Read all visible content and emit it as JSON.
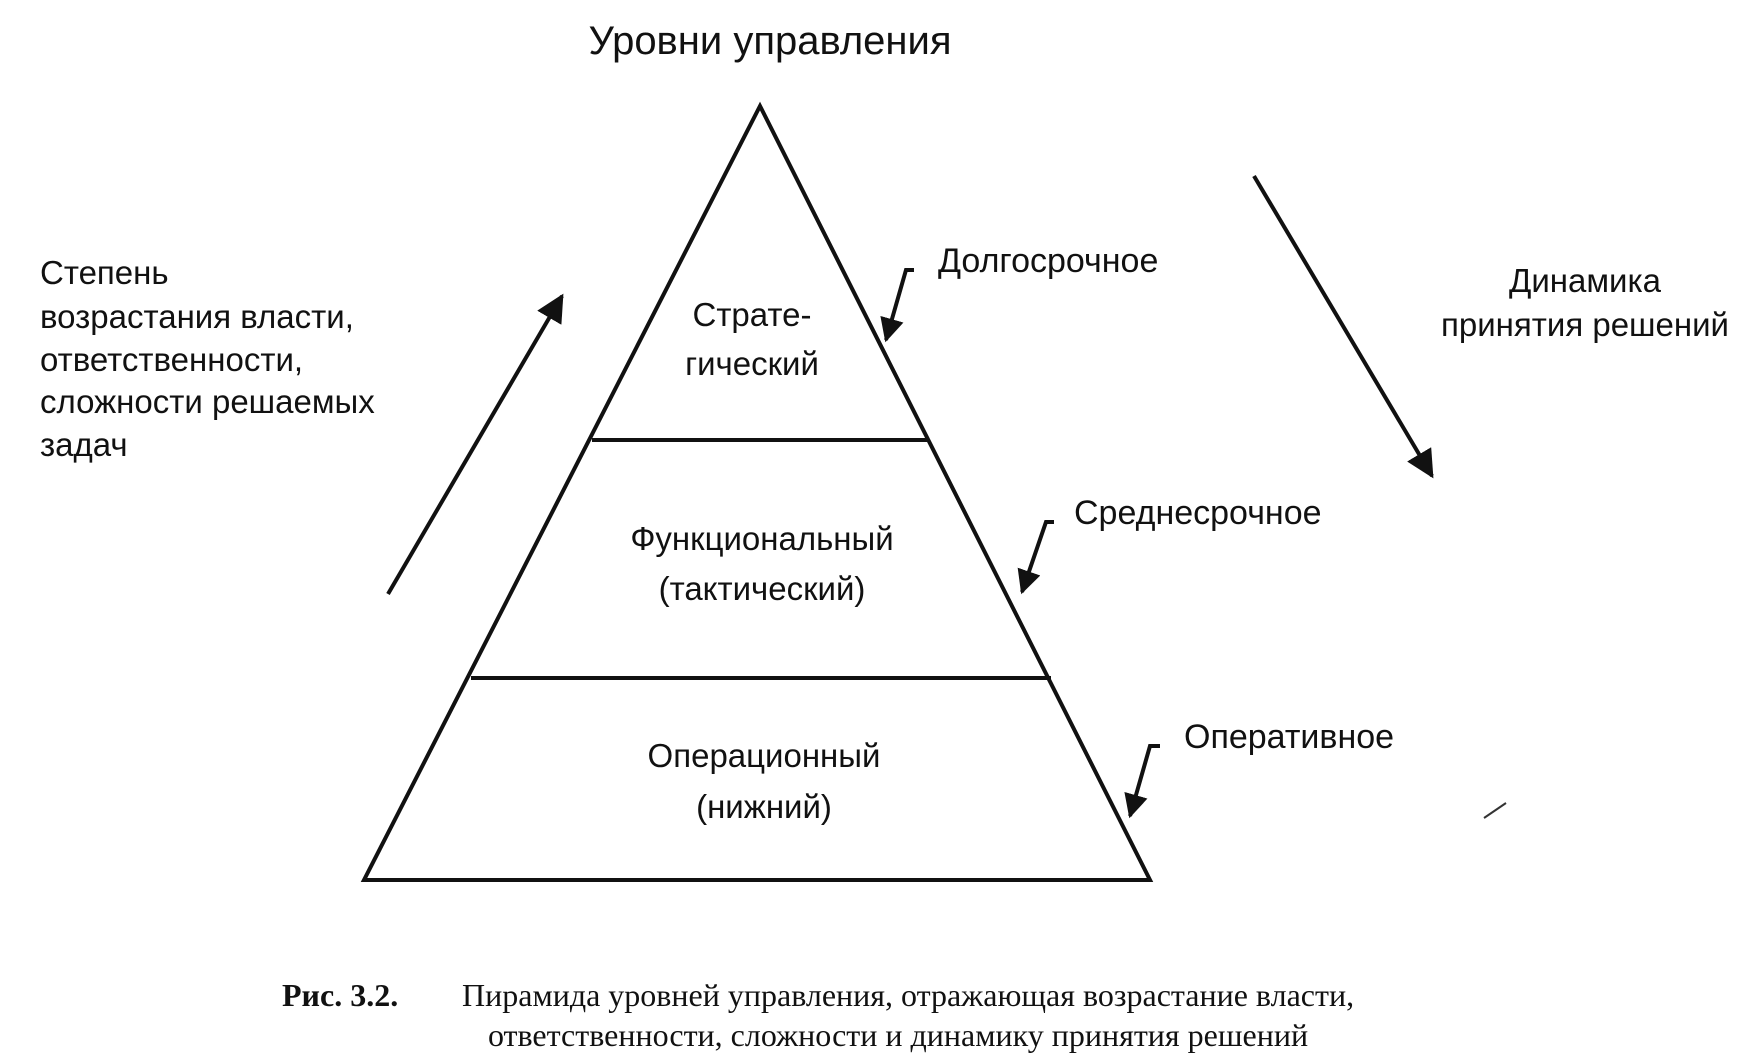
{
  "diagram": {
    "title": "Уровни управления",
    "left_label": [
      "Степень",
      "возрастания власти,",
      "ответственности,",
      "сложности решаемых",
      "задач"
    ],
    "right_label": [
      "Динамика",
      "принятия решений"
    ],
    "levels": [
      {
        "lines": [
          "Страте-",
          "гический"
        ],
        "term": "Долгосрочное"
      },
      {
        "lines": [
          "Функциональный",
          "(тактический)"
        ],
        "term": "Среднесрочное"
      },
      {
        "lines": [
          "Операционный",
          "(нижний)"
        ],
        "term": "Оперативное"
      }
    ],
    "caption": {
      "number": "Рис. 3.2.",
      "line1": "Пирамида уровней управления, отражающая возрастание власти,",
      "line2": "ответственности, сложности и динамику принятия решений"
    }
  }
}
